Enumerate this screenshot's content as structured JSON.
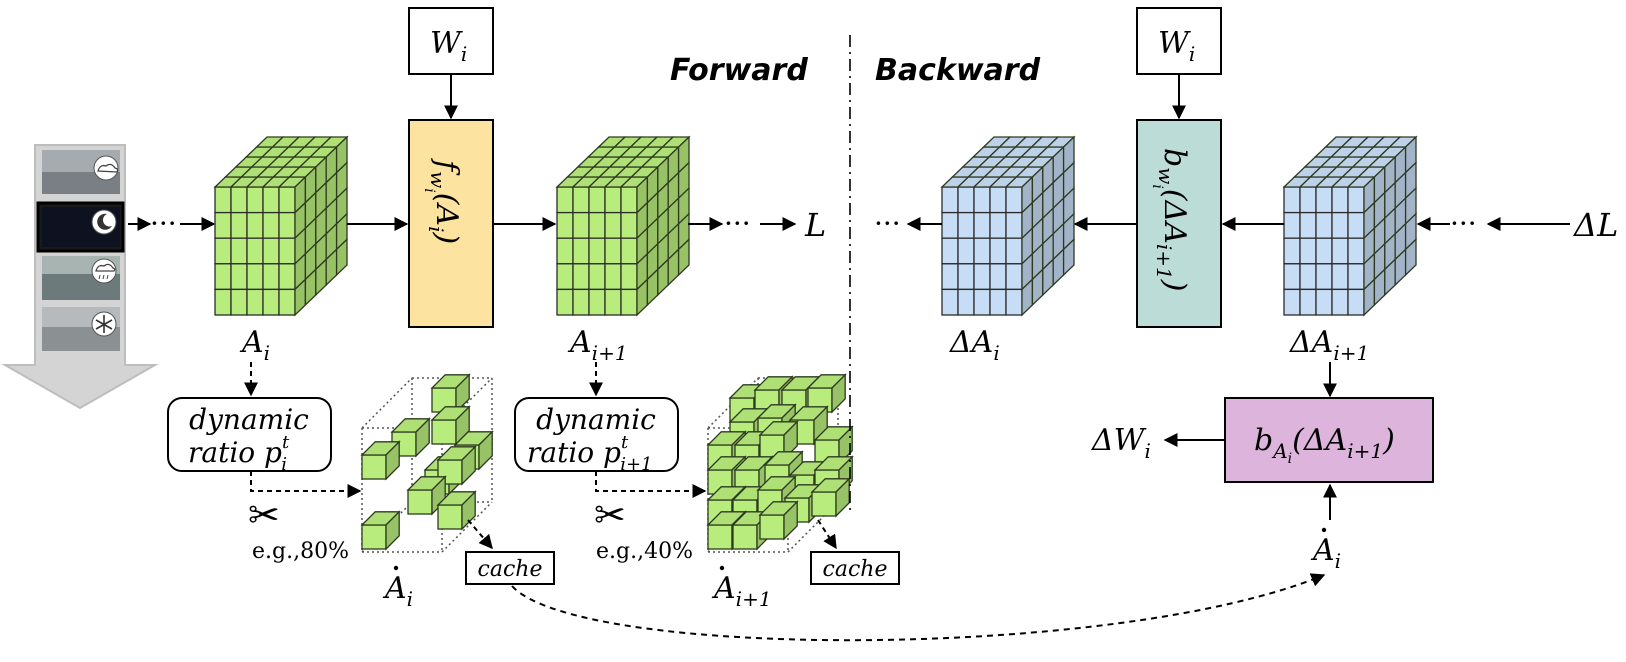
{
  "forward": {
    "title": "Forward",
    "weight": "W",
    "weight_sub": "i",
    "func": {
      "f": "f",
      "w": "w",
      "wsub": "i",
      "arg": "(A",
      "argsub": "i",
      "close": ")"
    },
    "act_i": {
      "main": "A",
      "sub": "i"
    },
    "act_i1": {
      "main": "A",
      "sub": "i+1"
    },
    "loss": "L",
    "dots": "···",
    "dyn1": {
      "line1": "dynamic",
      "line2": "ratio p",
      "sup": "t",
      "sub": "i"
    },
    "dyn2": {
      "line1": "dynamic",
      "line2": "ratio p",
      "sup": "t",
      "sub": "i+1"
    },
    "ratio1": "e.g.,80%",
    "ratio2": "e.g.,40%",
    "cache1": "cache",
    "cache2": "cache",
    "sparse_i": {
      "main": "A",
      "sub": "i"
    },
    "sparse_i1": {
      "main": "A",
      "sub": "i+1"
    }
  },
  "backward": {
    "title": "Backward",
    "weight": "W",
    "weight_sub": "i",
    "func": {
      "b": "b",
      "w": "w",
      "wsub": "i",
      "arg": "(ΔA",
      "argsub": "i+1",
      "close": ")"
    },
    "grad_i": {
      "main": "ΔA",
      "sub": "i"
    },
    "grad_i1": {
      "main": "ΔA",
      "sub": "i+1"
    },
    "grad_loss": "ΔL",
    "dots": "···",
    "grad_w": {
      "main": "ΔW",
      "sub": "i"
    },
    "weight_grad_func": {
      "b": "b",
      "bsub": "A",
      "bsubsub": "i",
      "arg": "(ΔA",
      "argsub": "i+1",
      "close": ")"
    },
    "cached_act": {
      "main": "A",
      "sub": "i"
    }
  },
  "colors": {
    "forward_cube": "#b8ec7c",
    "backward_cube": "#c7dcf5",
    "forward_func": "#fde3a0",
    "backward_func": "#bcdcd8",
    "weight_grad_func": "#dcb4dc",
    "input_arrow": "#c8c8c8"
  },
  "icons": [
    "cloudy-icon",
    "night-icon",
    "rain-icon",
    "snow-icon",
    "scissors-icon"
  ]
}
